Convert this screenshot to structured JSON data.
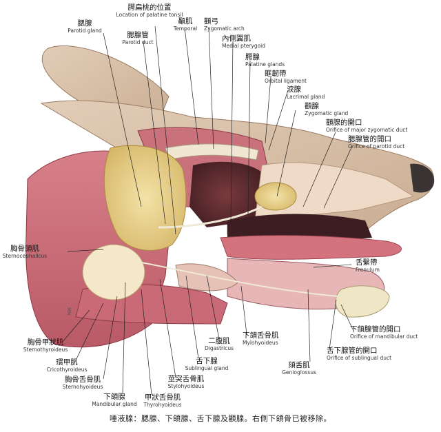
{
  "labels": {
    "palatine_tonsil": {
      "zh": "腭扁桃的位置",
      "en": "Location of palatine tonsil"
    },
    "parotid_gland": {
      "zh": "腮腺",
      "en": "Parotid gland"
    },
    "parotid_duct": {
      "zh": "腮腺管",
      "en": "Parotid duct"
    },
    "temporal": {
      "zh": "顳肌",
      "en": "Temporal"
    },
    "zygomatic_arch": {
      "zh": "顴弓",
      "en": "Zygomatic arch"
    },
    "medial_pterygoid": {
      "zh": "內側翼肌",
      "en": "Medial pterygoid"
    },
    "palatine_glands": {
      "zh": "腭腺",
      "en": "Palatine glands"
    },
    "orbital_ligament": {
      "zh": "眶韌帶",
      "en": "Orbital ligament"
    },
    "lacrimal_gland": {
      "zh": "淚腺",
      "en": "Lacrimal gland"
    },
    "zygomatic_gland": {
      "zh": "顴腺",
      "en": "Zygomatic gland"
    },
    "orifice_zygomatic_duct": {
      "zh": "顴腺的開口",
      "en": "Orifice of major zygomatic duct"
    },
    "orifice_parotid_duct": {
      "zh": "腮腺管的開口",
      "en": "Orifice of parotid duct"
    },
    "sternocephalicus": {
      "zh": "胸骨頭肌",
      "en": "Sternocephalicus"
    },
    "frenulum": {
      "zh": "舌繫帶",
      "en": "Frenulum"
    },
    "orifice_mandibular_duct": {
      "zh": "下頜腺管的開口",
      "en": "Orifice of mandibular duct"
    },
    "orifice_sublingual_duct": {
      "zh": "舌下腺管的開口",
      "en": "Orifice of sublingual duct"
    },
    "genioglossus": {
      "zh": "頦舌肌",
      "en": "Genioglossus"
    },
    "mylohyoideus": {
      "zh": "下頜舌骨肌",
      "en": "Mylohyoideus"
    },
    "digastricus": {
      "zh": "二腹肌",
      "en": "Digastricus"
    },
    "sublingual_gland": {
      "zh": "舌下腺",
      "en": "Sublingual gland"
    },
    "stylohyoideus": {
      "zh": "莖突舌骨肌",
      "en": "Stylohyoideus"
    },
    "thyrohyoideus": {
      "zh": "甲狀舌骨肌",
      "en": "Thyrohyoideus"
    },
    "mandibular_gland": {
      "zh": "下頜腺",
      "en": "Mandibular gland"
    },
    "sternohyoideus": {
      "zh": "胸骨舌骨肌",
      "en": "Sternohyoideus"
    },
    "cricothyroideus": {
      "zh": "環甲肌",
      "en": "Cricothyroideus"
    },
    "sternothyroideus": {
      "zh": "胸骨甲狀肌",
      "en": "Sternothyroideus"
    }
  },
  "caption": "唾液腺：腮腺、下頜腺、舌下腺及顴腺。右側下頜骨已被移除。",
  "signature": "MN"
}
